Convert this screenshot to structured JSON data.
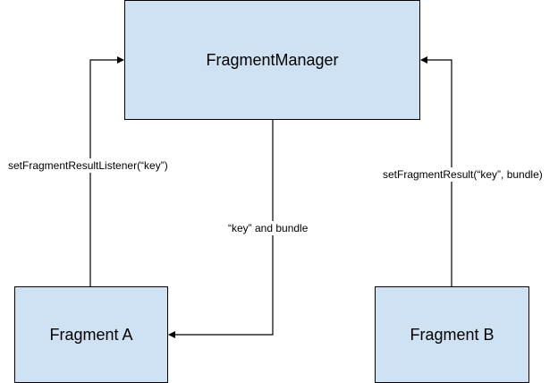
{
  "nodes": {
    "fragment_manager": "FragmentManager",
    "fragment_a": "Fragment A",
    "fragment_b": "Fragment B"
  },
  "edges": {
    "listener": "setFragmentResultListener(“key”)",
    "key_and_bundle": "“key” and bundle",
    "set_result": "setFragmentResult(“key”, bundle)"
  },
  "colors": {
    "box_fill": "#cfe2f3",
    "stroke": "#000000"
  }
}
